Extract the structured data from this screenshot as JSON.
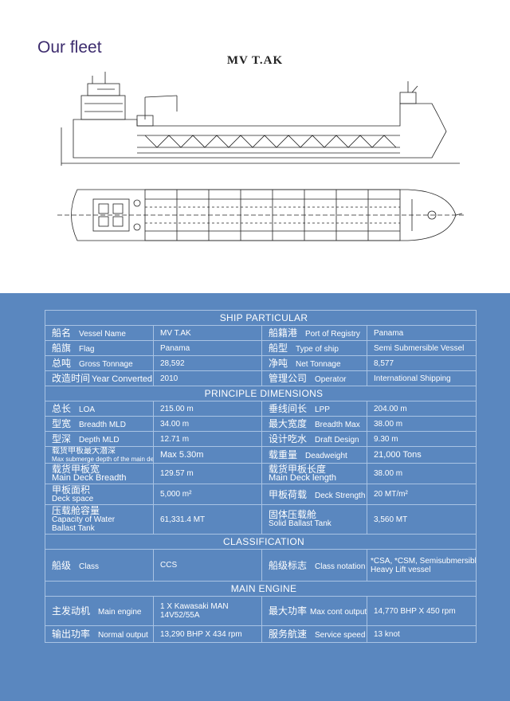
{
  "page": {
    "heading": "Our fleet",
    "ship_name": "MV T.AK"
  },
  "sections": {
    "ship_particular": "SHIP PARTICULAR",
    "principle_dimensions": "PRINCIPLE DIMENSIONS",
    "classification": "CLASSIFICATION",
    "main_engine": "MAIN ENGINE"
  },
  "ship_particular": {
    "vessel_name": {
      "zh": "船名",
      "en": "Vessel Name",
      "value": "MV T.AK"
    },
    "port_of_registry": {
      "zh": "船籍港",
      "en": "Port of Registry",
      "value": "Panama"
    },
    "flag": {
      "zh": "船旗",
      "en": "Flag",
      "value": "Panama"
    },
    "type_of_ship": {
      "zh": "船型",
      "en": "Type of ship",
      "value": "Semi Submersible Vessel"
    },
    "gross_tonnage": {
      "zh": "总吨",
      "en": "Gross Tonnage",
      "value": "28,592"
    },
    "net_tonnage": {
      "zh": "净吨",
      "en": "Net Tonnage",
      "value": "8,577"
    },
    "year_converted": {
      "zh": "改造时间",
      "en": "Year Converted",
      "value": "2010"
    },
    "operator": {
      "zh": "管理公司",
      "en": "Operator",
      "value": "International Shipping"
    }
  },
  "dimensions": {
    "loa": {
      "zh": "总长",
      "en": "LOA",
      "value": "215.00 m"
    },
    "lpp": {
      "zh": "垂线间长",
      "en": "LPP",
      "value": "204.00 m"
    },
    "breadth_mld": {
      "zh": "型宽",
      "en": "Breadth MLD",
      "value": "34.00 m"
    },
    "breadth_max": {
      "zh": "最大宽度",
      "en": "Breadth Max",
      "value": "38.00 m"
    },
    "depth_mld": {
      "zh": "型深",
      "en": "Depth MLD",
      "value": "12.71 m"
    },
    "draft_design": {
      "zh": "设计吃水",
      "en": "Draft Design",
      "value": "9.30 m"
    },
    "max_submerge": {
      "zh": "载货甲板最大潜深",
      "en": "Max submerge depth of the main deck",
      "value": "Max 5.30m"
    },
    "deadweight": {
      "zh": "载重量",
      "en": "Deadweight",
      "value": "21,000 Tons"
    },
    "main_deck_breadth": {
      "zh": "载货甲板宽",
      "en": "Main Deck Breadth",
      "value": "129.57 m"
    },
    "main_deck_length": {
      "zh": "载货甲板长度",
      "en": "Main Deck length",
      "value": "38.00 m"
    },
    "deck_space": {
      "zh": "甲板面积",
      "en": "Deck space",
      "value": "5,000 m²"
    },
    "deck_strength": {
      "zh": "甲板荷载",
      "en": "Deck Strength",
      "value": "20 MT/m²"
    },
    "water_ballast": {
      "zh": "压载舱容量",
      "en1": "Capacity of Water",
      "en2": "Ballast Tank",
      "value": "61,331.4 MT"
    },
    "solid_ballast": {
      "zh": "固体压载舱",
      "en": "Solid Ballast Tank",
      "value": "3,560 MT"
    }
  },
  "classification": {
    "class": {
      "zh": "船级",
      "en": "Class",
      "value": "CCS"
    },
    "class_notation": {
      "zh": "船级标志",
      "en": "Class notation",
      "value1": "*CSA, *CSM, Semisubmersible",
      "value2": "Heavy Lift vessel"
    }
  },
  "engine": {
    "main_engine": {
      "zh": "主发动机",
      "en": "Main engine",
      "value1": "1 X Kawasaki MAN",
      "value2": "14V52/55A"
    },
    "max_output": {
      "zh": "最大功率",
      "en": "Max cont output",
      "value": "14,770 BHP X 450 rpm"
    },
    "normal_output": {
      "zh": "输出功率",
      "en": "Normal output",
      "value": "13,290 BHP X 434 rpm"
    },
    "service_speed": {
      "zh": "服务航速",
      "en": "Service speed",
      "value": "13 knot"
    }
  },
  "colors": {
    "panel_background": "#5a87bf",
    "heading_color": "#3d2c6e",
    "table_border": "#a9c3e3"
  }
}
